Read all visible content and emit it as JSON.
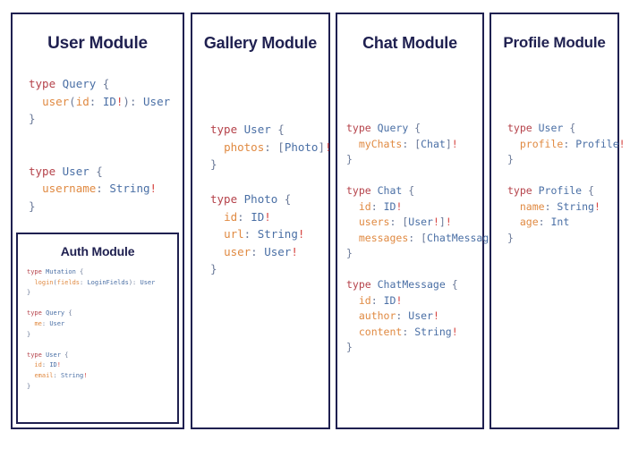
{
  "theme": {
    "border_color": "#1f2050",
    "title_color": "#1f2050",
    "keyword_color": "#b5424a",
    "typename_color": "#4a6fa5",
    "field_color": "#e08a42",
    "punctuation_color": "#6b7a99",
    "bang_color": "#d64541",
    "background": "#ffffff"
  },
  "modules": {
    "user": {
      "title": "User Module",
      "code_lines": [
        [
          {
            "t": "type ",
            "c": "kw"
          },
          {
            "t": "Query",
            "c": "tn"
          },
          {
            "t": " {",
            "c": "pn"
          }
        ],
        [
          {
            "t": "  ",
            "c": "pn"
          },
          {
            "t": "user",
            "c": "fd"
          },
          {
            "t": "(",
            "c": "pn"
          },
          {
            "t": "id",
            "c": "fd"
          },
          {
            "t": ": ",
            "c": "pn"
          },
          {
            "t": "ID",
            "c": "tn"
          },
          {
            "t": "!",
            "c": "bang"
          },
          {
            "t": ")",
            "c": "pn"
          },
          {
            "t": ": ",
            "c": "pn"
          },
          {
            "t": "User",
            "c": "tn"
          }
        ],
        [
          {
            "t": "}",
            "c": "pn"
          }
        ],
        [
          {
            "t": "",
            "c": "pn"
          }
        ],
        [
          {
            "t": "",
            "c": "pn"
          }
        ],
        [
          {
            "t": "type ",
            "c": "kw"
          },
          {
            "t": "User",
            "c": "tn"
          },
          {
            "t": " {",
            "c": "pn"
          }
        ],
        [
          {
            "t": "  ",
            "c": "pn"
          },
          {
            "t": "username",
            "c": "fd"
          },
          {
            "t": ": ",
            "c": "pn"
          },
          {
            "t": "String",
            "c": "tn"
          },
          {
            "t": "!",
            "c": "bang"
          }
        ],
        [
          {
            "t": "}",
            "c": "pn"
          }
        ]
      ]
    },
    "auth": {
      "title": "Auth Module",
      "code_lines": [
        [
          {
            "t": "type ",
            "c": "kw"
          },
          {
            "t": "Mutation",
            "c": "tn"
          },
          {
            "t": " {",
            "c": "pn"
          }
        ],
        [
          {
            "t": "  ",
            "c": "pn"
          },
          {
            "t": "login",
            "c": "fd"
          },
          {
            "t": "(",
            "c": "pn"
          },
          {
            "t": "fields",
            "c": "fd"
          },
          {
            "t": ": ",
            "c": "pn"
          },
          {
            "t": "LoginFields",
            "c": "tn"
          },
          {
            "t": ")",
            "c": "pn"
          },
          {
            "t": ": ",
            "c": "pn"
          },
          {
            "t": "User",
            "c": "tn"
          }
        ],
        [
          {
            "t": "}",
            "c": "pn"
          }
        ],
        [
          {
            "t": "",
            "c": "pn"
          }
        ],
        [
          {
            "t": "type ",
            "c": "kw"
          },
          {
            "t": "Query",
            "c": "tn"
          },
          {
            "t": " {",
            "c": "pn"
          }
        ],
        [
          {
            "t": "  ",
            "c": "pn"
          },
          {
            "t": "me",
            "c": "fd"
          },
          {
            "t": ": ",
            "c": "pn"
          },
          {
            "t": "User",
            "c": "tn"
          }
        ],
        [
          {
            "t": "}",
            "c": "pn"
          }
        ],
        [
          {
            "t": "",
            "c": "pn"
          }
        ],
        [
          {
            "t": "type ",
            "c": "kw"
          },
          {
            "t": "User",
            "c": "tn"
          },
          {
            "t": " {",
            "c": "pn"
          }
        ],
        [
          {
            "t": "  ",
            "c": "pn"
          },
          {
            "t": "id",
            "c": "fd"
          },
          {
            "t": ": ",
            "c": "pn"
          },
          {
            "t": "ID",
            "c": "tn"
          },
          {
            "t": "!",
            "c": "bang"
          }
        ],
        [
          {
            "t": "  ",
            "c": "pn"
          },
          {
            "t": "email",
            "c": "fd"
          },
          {
            "t": ": ",
            "c": "pn"
          },
          {
            "t": "String",
            "c": "tn"
          },
          {
            "t": "!",
            "c": "bang"
          }
        ],
        [
          {
            "t": "}",
            "c": "pn"
          }
        ]
      ]
    },
    "gallery": {
      "title": "Gallery Module",
      "code_lines": [
        [
          {
            "t": "type ",
            "c": "kw"
          },
          {
            "t": "User",
            "c": "tn"
          },
          {
            "t": " {",
            "c": "pn"
          }
        ],
        [
          {
            "t": "  ",
            "c": "pn"
          },
          {
            "t": "photos",
            "c": "fd"
          },
          {
            "t": ": ",
            "c": "pn"
          },
          {
            "t": "[",
            "c": "pn"
          },
          {
            "t": "Photo",
            "c": "tn"
          },
          {
            "t": "]",
            "c": "pn"
          },
          {
            "t": "!",
            "c": "bang"
          }
        ],
        [
          {
            "t": "}",
            "c": "pn"
          }
        ],
        [
          {
            "t": "",
            "c": "pn"
          }
        ],
        [
          {
            "t": "type ",
            "c": "kw"
          },
          {
            "t": "Photo",
            "c": "tn"
          },
          {
            "t": " {",
            "c": "pn"
          }
        ],
        [
          {
            "t": "  ",
            "c": "pn"
          },
          {
            "t": "id",
            "c": "fd"
          },
          {
            "t": ": ",
            "c": "pn"
          },
          {
            "t": "ID",
            "c": "tn"
          },
          {
            "t": "!",
            "c": "bang"
          }
        ],
        [
          {
            "t": "  ",
            "c": "pn"
          },
          {
            "t": "url",
            "c": "fd"
          },
          {
            "t": ": ",
            "c": "pn"
          },
          {
            "t": "String",
            "c": "tn"
          },
          {
            "t": "!",
            "c": "bang"
          }
        ],
        [
          {
            "t": "  ",
            "c": "pn"
          },
          {
            "t": "user",
            "c": "fd"
          },
          {
            "t": ": ",
            "c": "pn"
          },
          {
            "t": "User",
            "c": "tn"
          },
          {
            "t": "!",
            "c": "bang"
          }
        ],
        [
          {
            "t": "}",
            "c": "pn"
          }
        ]
      ]
    },
    "chat": {
      "title": "Chat Module",
      "code_lines": [
        [
          {
            "t": "type ",
            "c": "kw"
          },
          {
            "t": "Query",
            "c": "tn"
          },
          {
            "t": " {",
            "c": "pn"
          }
        ],
        [
          {
            "t": "  ",
            "c": "pn"
          },
          {
            "t": "myChats",
            "c": "fd"
          },
          {
            "t": ": ",
            "c": "pn"
          },
          {
            "t": "[",
            "c": "pn"
          },
          {
            "t": "Chat",
            "c": "tn"
          },
          {
            "t": "]",
            "c": "pn"
          },
          {
            "t": "!",
            "c": "bang"
          }
        ],
        [
          {
            "t": "}",
            "c": "pn"
          }
        ],
        [
          {
            "t": "",
            "c": "pn"
          }
        ],
        [
          {
            "t": "type ",
            "c": "kw"
          },
          {
            "t": "Chat",
            "c": "tn"
          },
          {
            "t": " {",
            "c": "pn"
          }
        ],
        [
          {
            "t": "  ",
            "c": "pn"
          },
          {
            "t": "id",
            "c": "fd"
          },
          {
            "t": ": ",
            "c": "pn"
          },
          {
            "t": "ID",
            "c": "tn"
          },
          {
            "t": "!",
            "c": "bang"
          }
        ],
        [
          {
            "t": "  ",
            "c": "pn"
          },
          {
            "t": "users",
            "c": "fd"
          },
          {
            "t": ": ",
            "c": "pn"
          },
          {
            "t": "[",
            "c": "pn"
          },
          {
            "t": "User",
            "c": "tn"
          },
          {
            "t": "!",
            "c": "bang"
          },
          {
            "t": "]",
            "c": "pn"
          },
          {
            "t": "!",
            "c": "bang"
          }
        ],
        [
          {
            "t": "  ",
            "c": "pn"
          },
          {
            "t": "messages",
            "c": "fd"
          },
          {
            "t": ": ",
            "c": "pn"
          },
          {
            "t": "[",
            "c": "pn"
          },
          {
            "t": "ChatMessage",
            "c": "tn"
          },
          {
            "t": "]",
            "c": "pn"
          },
          {
            "t": "!",
            "c": "bang"
          }
        ],
        [
          {
            "t": "}",
            "c": "pn"
          }
        ],
        [
          {
            "t": "",
            "c": "pn"
          }
        ],
        [
          {
            "t": "type ",
            "c": "kw"
          },
          {
            "t": "ChatMessage",
            "c": "tn"
          },
          {
            "t": " {",
            "c": "pn"
          }
        ],
        [
          {
            "t": "  ",
            "c": "pn"
          },
          {
            "t": "id",
            "c": "fd"
          },
          {
            "t": ": ",
            "c": "pn"
          },
          {
            "t": "ID",
            "c": "tn"
          },
          {
            "t": "!",
            "c": "bang"
          }
        ],
        [
          {
            "t": "  ",
            "c": "pn"
          },
          {
            "t": "author",
            "c": "fd"
          },
          {
            "t": ": ",
            "c": "pn"
          },
          {
            "t": "User",
            "c": "tn"
          },
          {
            "t": "!",
            "c": "bang"
          }
        ],
        [
          {
            "t": "  ",
            "c": "pn"
          },
          {
            "t": "content",
            "c": "fd"
          },
          {
            "t": ": ",
            "c": "pn"
          },
          {
            "t": "String",
            "c": "tn"
          },
          {
            "t": "!",
            "c": "bang"
          }
        ],
        [
          {
            "t": "}",
            "c": "pn"
          }
        ]
      ]
    },
    "profile": {
      "title": "Profile Module",
      "code_lines": [
        [
          {
            "t": "type ",
            "c": "kw"
          },
          {
            "t": "User",
            "c": "tn"
          },
          {
            "t": " {",
            "c": "pn"
          }
        ],
        [
          {
            "t": "  ",
            "c": "pn"
          },
          {
            "t": "profile",
            "c": "fd"
          },
          {
            "t": ": ",
            "c": "pn"
          },
          {
            "t": "Profile",
            "c": "tn"
          },
          {
            "t": "!",
            "c": "bang"
          }
        ],
        [
          {
            "t": "}",
            "c": "pn"
          }
        ],
        [
          {
            "t": "",
            "c": "pn"
          }
        ],
        [
          {
            "t": "type ",
            "c": "kw"
          },
          {
            "t": "Profile",
            "c": "tn"
          },
          {
            "t": " {",
            "c": "pn"
          }
        ],
        [
          {
            "t": "  ",
            "c": "pn"
          },
          {
            "t": "name",
            "c": "fd"
          },
          {
            "t": ": ",
            "c": "pn"
          },
          {
            "t": "String",
            "c": "tn"
          },
          {
            "t": "!",
            "c": "bang"
          }
        ],
        [
          {
            "t": "  ",
            "c": "pn"
          },
          {
            "t": "age",
            "c": "fd"
          },
          {
            "t": ": ",
            "c": "pn"
          },
          {
            "t": "Int",
            "c": "tn"
          }
        ],
        [
          {
            "t": "}",
            "c": "pn"
          }
        ]
      ]
    }
  }
}
